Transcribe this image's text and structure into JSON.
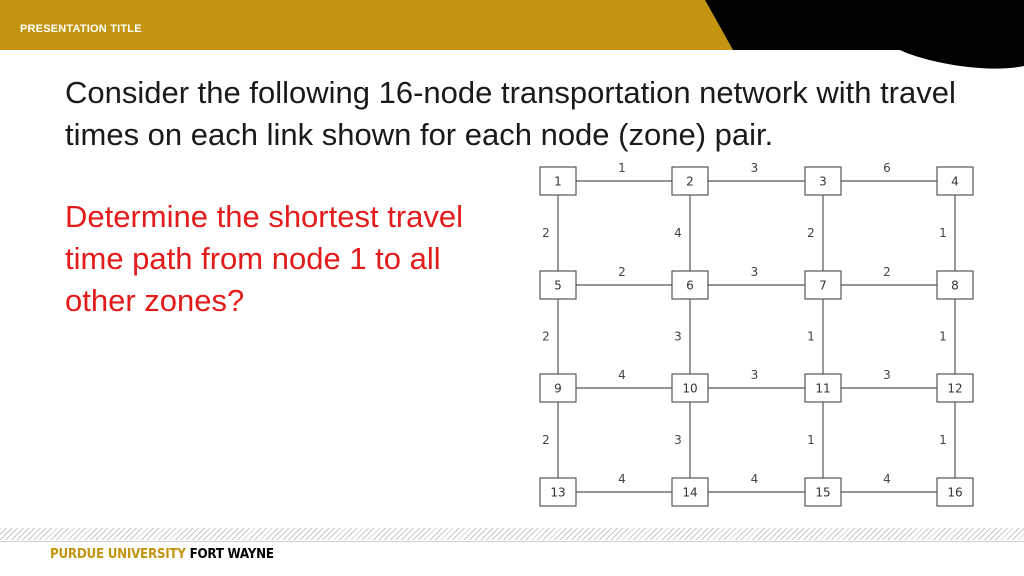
{
  "header": {
    "title": "PRESENTATION TITLE",
    "band_color": "#C3950F",
    "corner_color": "#000000"
  },
  "main": {
    "heading": "Consider the following 16-node transportation network with travel times on each link shown for each node (zone) pair.",
    "question": "Determine the shortest travel time path from node 1 to all other zones?",
    "question_color": "#E31B1B"
  },
  "network": {
    "nodes": [
      "1",
      "2",
      "3",
      "4",
      "5",
      "6",
      "7",
      "8",
      "9",
      "10",
      "11",
      "12",
      "13",
      "14",
      "15",
      "16"
    ],
    "links": [
      {
        "from": "1",
        "to": "2",
        "time": "1"
      },
      {
        "from": "2",
        "to": "3",
        "time": "3"
      },
      {
        "from": "3",
        "to": "4",
        "time": "6"
      },
      {
        "from": "5",
        "to": "6",
        "time": "2"
      },
      {
        "from": "6",
        "to": "7",
        "time": "3"
      },
      {
        "from": "7",
        "to": "8",
        "time": "2"
      },
      {
        "from": "9",
        "to": "10",
        "time": "4"
      },
      {
        "from": "10",
        "to": "11",
        "time": "3"
      },
      {
        "from": "11",
        "to": "12",
        "time": "3"
      },
      {
        "from": "13",
        "to": "14",
        "time": "4"
      },
      {
        "from": "14",
        "to": "15",
        "time": "4"
      },
      {
        "from": "15",
        "to": "16",
        "time": "4"
      },
      {
        "from": "1",
        "to": "5",
        "time": "2"
      },
      {
        "from": "2",
        "to": "6",
        "time": "4"
      },
      {
        "from": "3",
        "to": "7",
        "time": "2"
      },
      {
        "from": "4",
        "to": "8",
        "time": "1"
      },
      {
        "from": "5",
        "to": "9",
        "time": "2"
      },
      {
        "from": "6",
        "to": "10",
        "time": "3"
      },
      {
        "from": "7",
        "to": "11",
        "time": "1"
      },
      {
        "from": "8",
        "to": "12",
        "time": "1"
      },
      {
        "from": "9",
        "to": "13",
        "time": "2"
      },
      {
        "from": "10",
        "to": "14",
        "time": "3"
      },
      {
        "from": "11",
        "to": "15",
        "time": "1"
      },
      {
        "from": "12",
        "to": "16",
        "time": "1"
      }
    ]
  },
  "footer": {
    "brand_main": "PURDUE UNIVERSITY",
    "brand_campus": "FORT WAYNE",
    "brand_main_color": "#C3950F",
    "brand_campus_color": "#000000"
  }
}
